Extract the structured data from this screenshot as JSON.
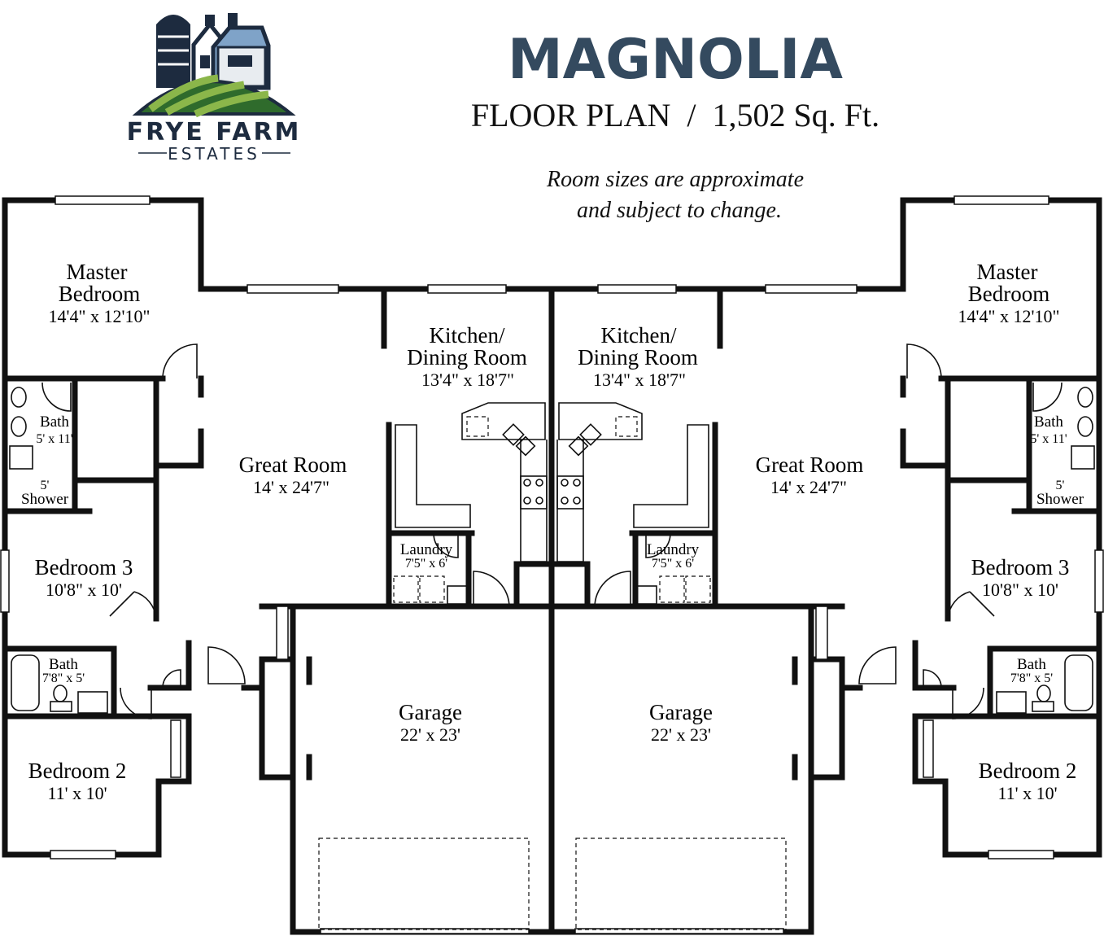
{
  "logo": {
    "name_line1": "FRYE FARM",
    "name_line2": "ESTATES",
    "colors": {
      "navy": "#1d2b3f",
      "field_dark": "#2f6b2c",
      "field_light": "#8bb64a",
      "roof": "#7fa3c8"
    }
  },
  "header": {
    "title": "MAGNOLIA",
    "subtitle": "FLOOR PLAN  /  1,502 Sq. Ft.",
    "note_line1": "Room sizes are approximate",
    "note_line2": "and subject to change.",
    "title_color": "#344a5f"
  },
  "rooms": {
    "left": {
      "master_name1": "Master",
      "master_name2": "Bedroom",
      "master_dim": "14'4\" x 12'10\"",
      "bath1_name": "Bath",
      "bath1_dim": "5' x 11'",
      "shower_name1": "5'",
      "shower_name2": "Shower",
      "great_name": "Great Room",
      "great_dim": "14' x 24'7\"",
      "kitchen_name1": "Kitchen/",
      "kitchen_name2": "Dining Room",
      "kitchen_dim": "13'4\" x 18'7\"",
      "laundry_name": "Laundry",
      "laundry_dim": "7'5\" x 6'",
      "bed3_name": "Bedroom 3",
      "bed3_dim": "10'8\" x 10'",
      "bath2_name": "Bath",
      "bath2_dim": "7'8\" x 5'",
      "bed2_name": "Bedroom 2",
      "bed2_dim": "11' x 10'",
      "garage_name": "Garage",
      "garage_dim": "22' x 23'"
    },
    "right": {
      "master_name1": "Master",
      "master_name2": "Bedroom",
      "master_dim": "14'4\" x 12'10\"",
      "bath1_name": "Bath",
      "bath1_dim": "5' x 11'",
      "shower_name1": "5'",
      "shower_name2": "Shower",
      "great_name": "Great Room",
      "great_dim": "14' x 24'7\"",
      "kitchen_name1": "Kitchen/",
      "kitchen_name2": "Dining Room",
      "kitchen_dim": "13'4\" x 18'7\"",
      "laundry_name": "Laundry",
      "laundry_dim": "7'5\" x 6'",
      "bed3_name": "Bedroom 3",
      "bed3_dim": "10'8\" x 10'",
      "bath2_name": "Bath",
      "bath2_dim": "7'8\" x 5'",
      "bed2_name": "Bedroom 2",
      "bed2_dim": "11' x 10'",
      "garage_name": "Garage",
      "garage_dim": "22' x 23'"
    }
  }
}
